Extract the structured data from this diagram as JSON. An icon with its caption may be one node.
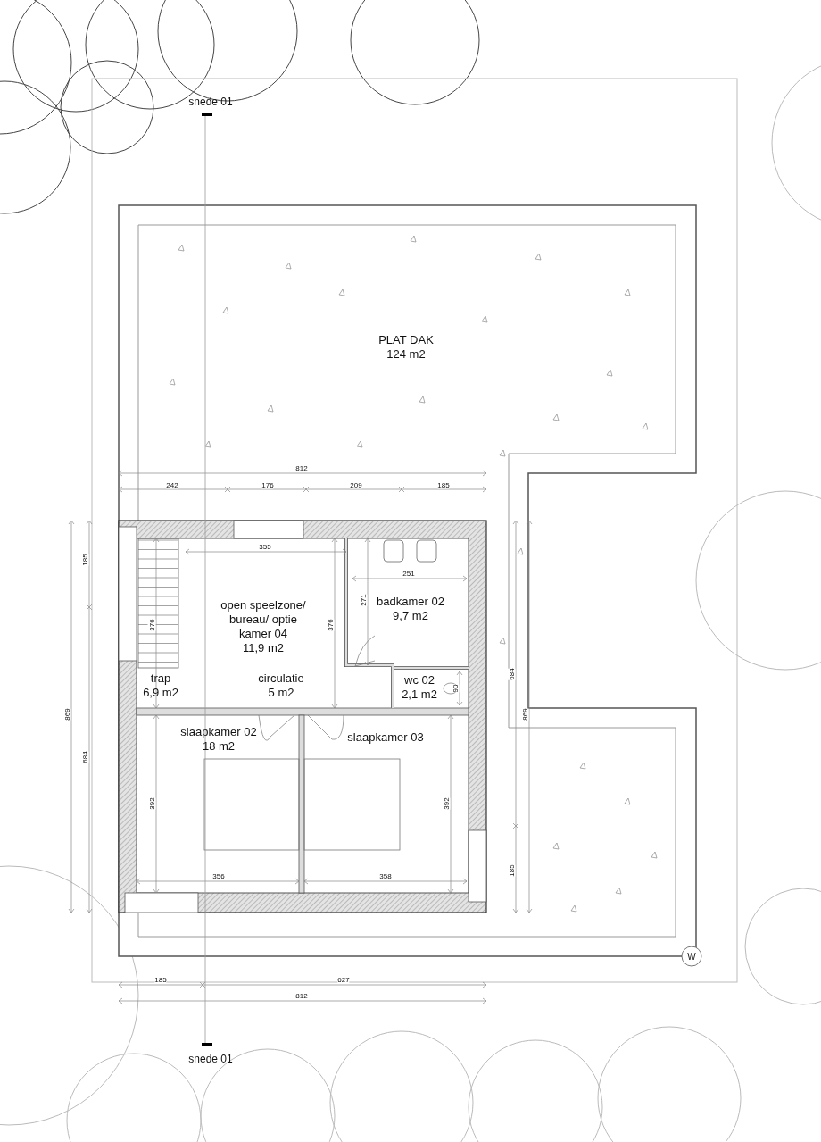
{
  "diagram": {
    "nodes": [
      {
        "text": [
          "PLAT DAK",
          "124 m2"
        ]
      },
      {
        "text": [
          "open speelzone/ bureau/ optie kamer 04",
          "11,9 m2"
        ]
      },
      {
        "text": [
          "trap",
          "6,9 m2"
        ]
      },
      {
        "text": [
          "circulatie",
          "5 m2"
        ]
      },
      {
        "text": [
          "badkamer 02",
          "9,7 m2"
        ]
      },
      {
        "text": [
          "wc 02",
          "2,1 m2"
        ]
      },
      {
        "text": [
          "slaapkamer 02",
          "18 m2"
        ]
      },
      {
        "text": [
          "slaapkamer 03"
        ]
      }
    ],
    "labels": [
      "snede 01",
      "812",
      "242",
      "176",
      "209",
      "185",
      "355",
      "251",
      "185",
      "376",
      "376",
      "271",
      "90",
      "684",
      "869",
      "684",
      "869",
      "392",
      "392",
      "356",
      "358",
      "185",
      "W",
      "185",
      "627",
      "812",
      "snede 01"
    ]
  }
}
